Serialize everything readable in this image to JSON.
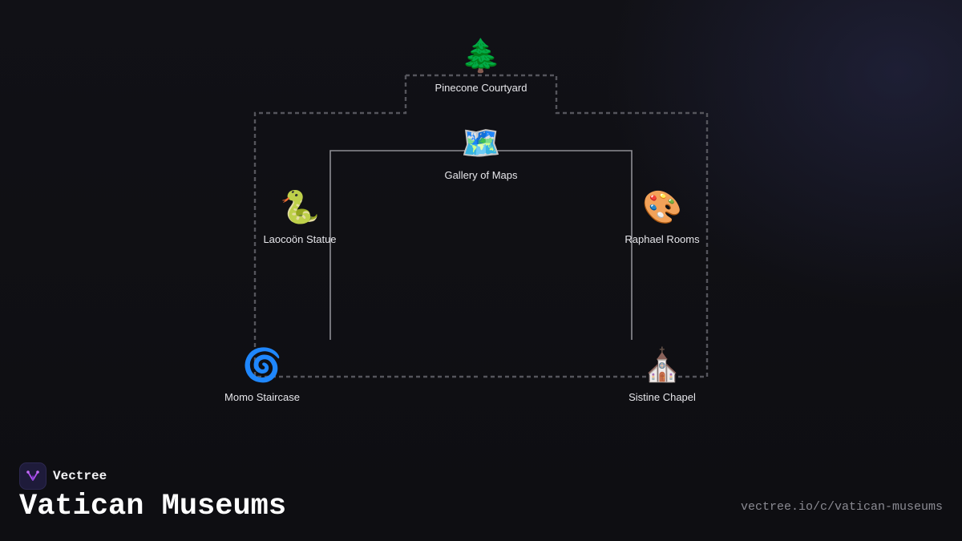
{
  "diagram": {
    "nodes": [
      {
        "id": "pinecone",
        "emoji": "🌲",
        "label": "Pinecone Courtyard"
      },
      {
        "id": "maps",
        "emoji": "🗺️",
        "label": "Gallery of Maps"
      },
      {
        "id": "laocoon",
        "emoji": "🐍",
        "label": "Laocoön Statue"
      },
      {
        "id": "raphael",
        "emoji": "🎨",
        "label": "Raphael Rooms"
      },
      {
        "id": "momo",
        "emoji": "🌀",
        "label": "Momo Staircase"
      },
      {
        "id": "sistine",
        "emoji": "⛪",
        "label": "Sistine Chapel"
      }
    ],
    "edges": [
      {
        "from": "pinecone",
        "to": "momo",
        "style": "dashed"
      },
      {
        "from": "pinecone",
        "to": "sistine",
        "style": "dashed"
      },
      {
        "from": "maps",
        "to": "momo",
        "style": "solid"
      },
      {
        "from": "maps",
        "to": "sistine",
        "style": "solid"
      }
    ]
  },
  "footer": {
    "brand_name": "Vectree",
    "title": "Vatican Museums",
    "url": "vectree.io/c/vatican-museums"
  },
  "colors": {
    "background": "#0f0f13",
    "dashed_edge": "#55555c",
    "solid_edge": "#8e8e94",
    "label_text": "#e6e6ea",
    "brand_accent": "#b04cf0"
  }
}
